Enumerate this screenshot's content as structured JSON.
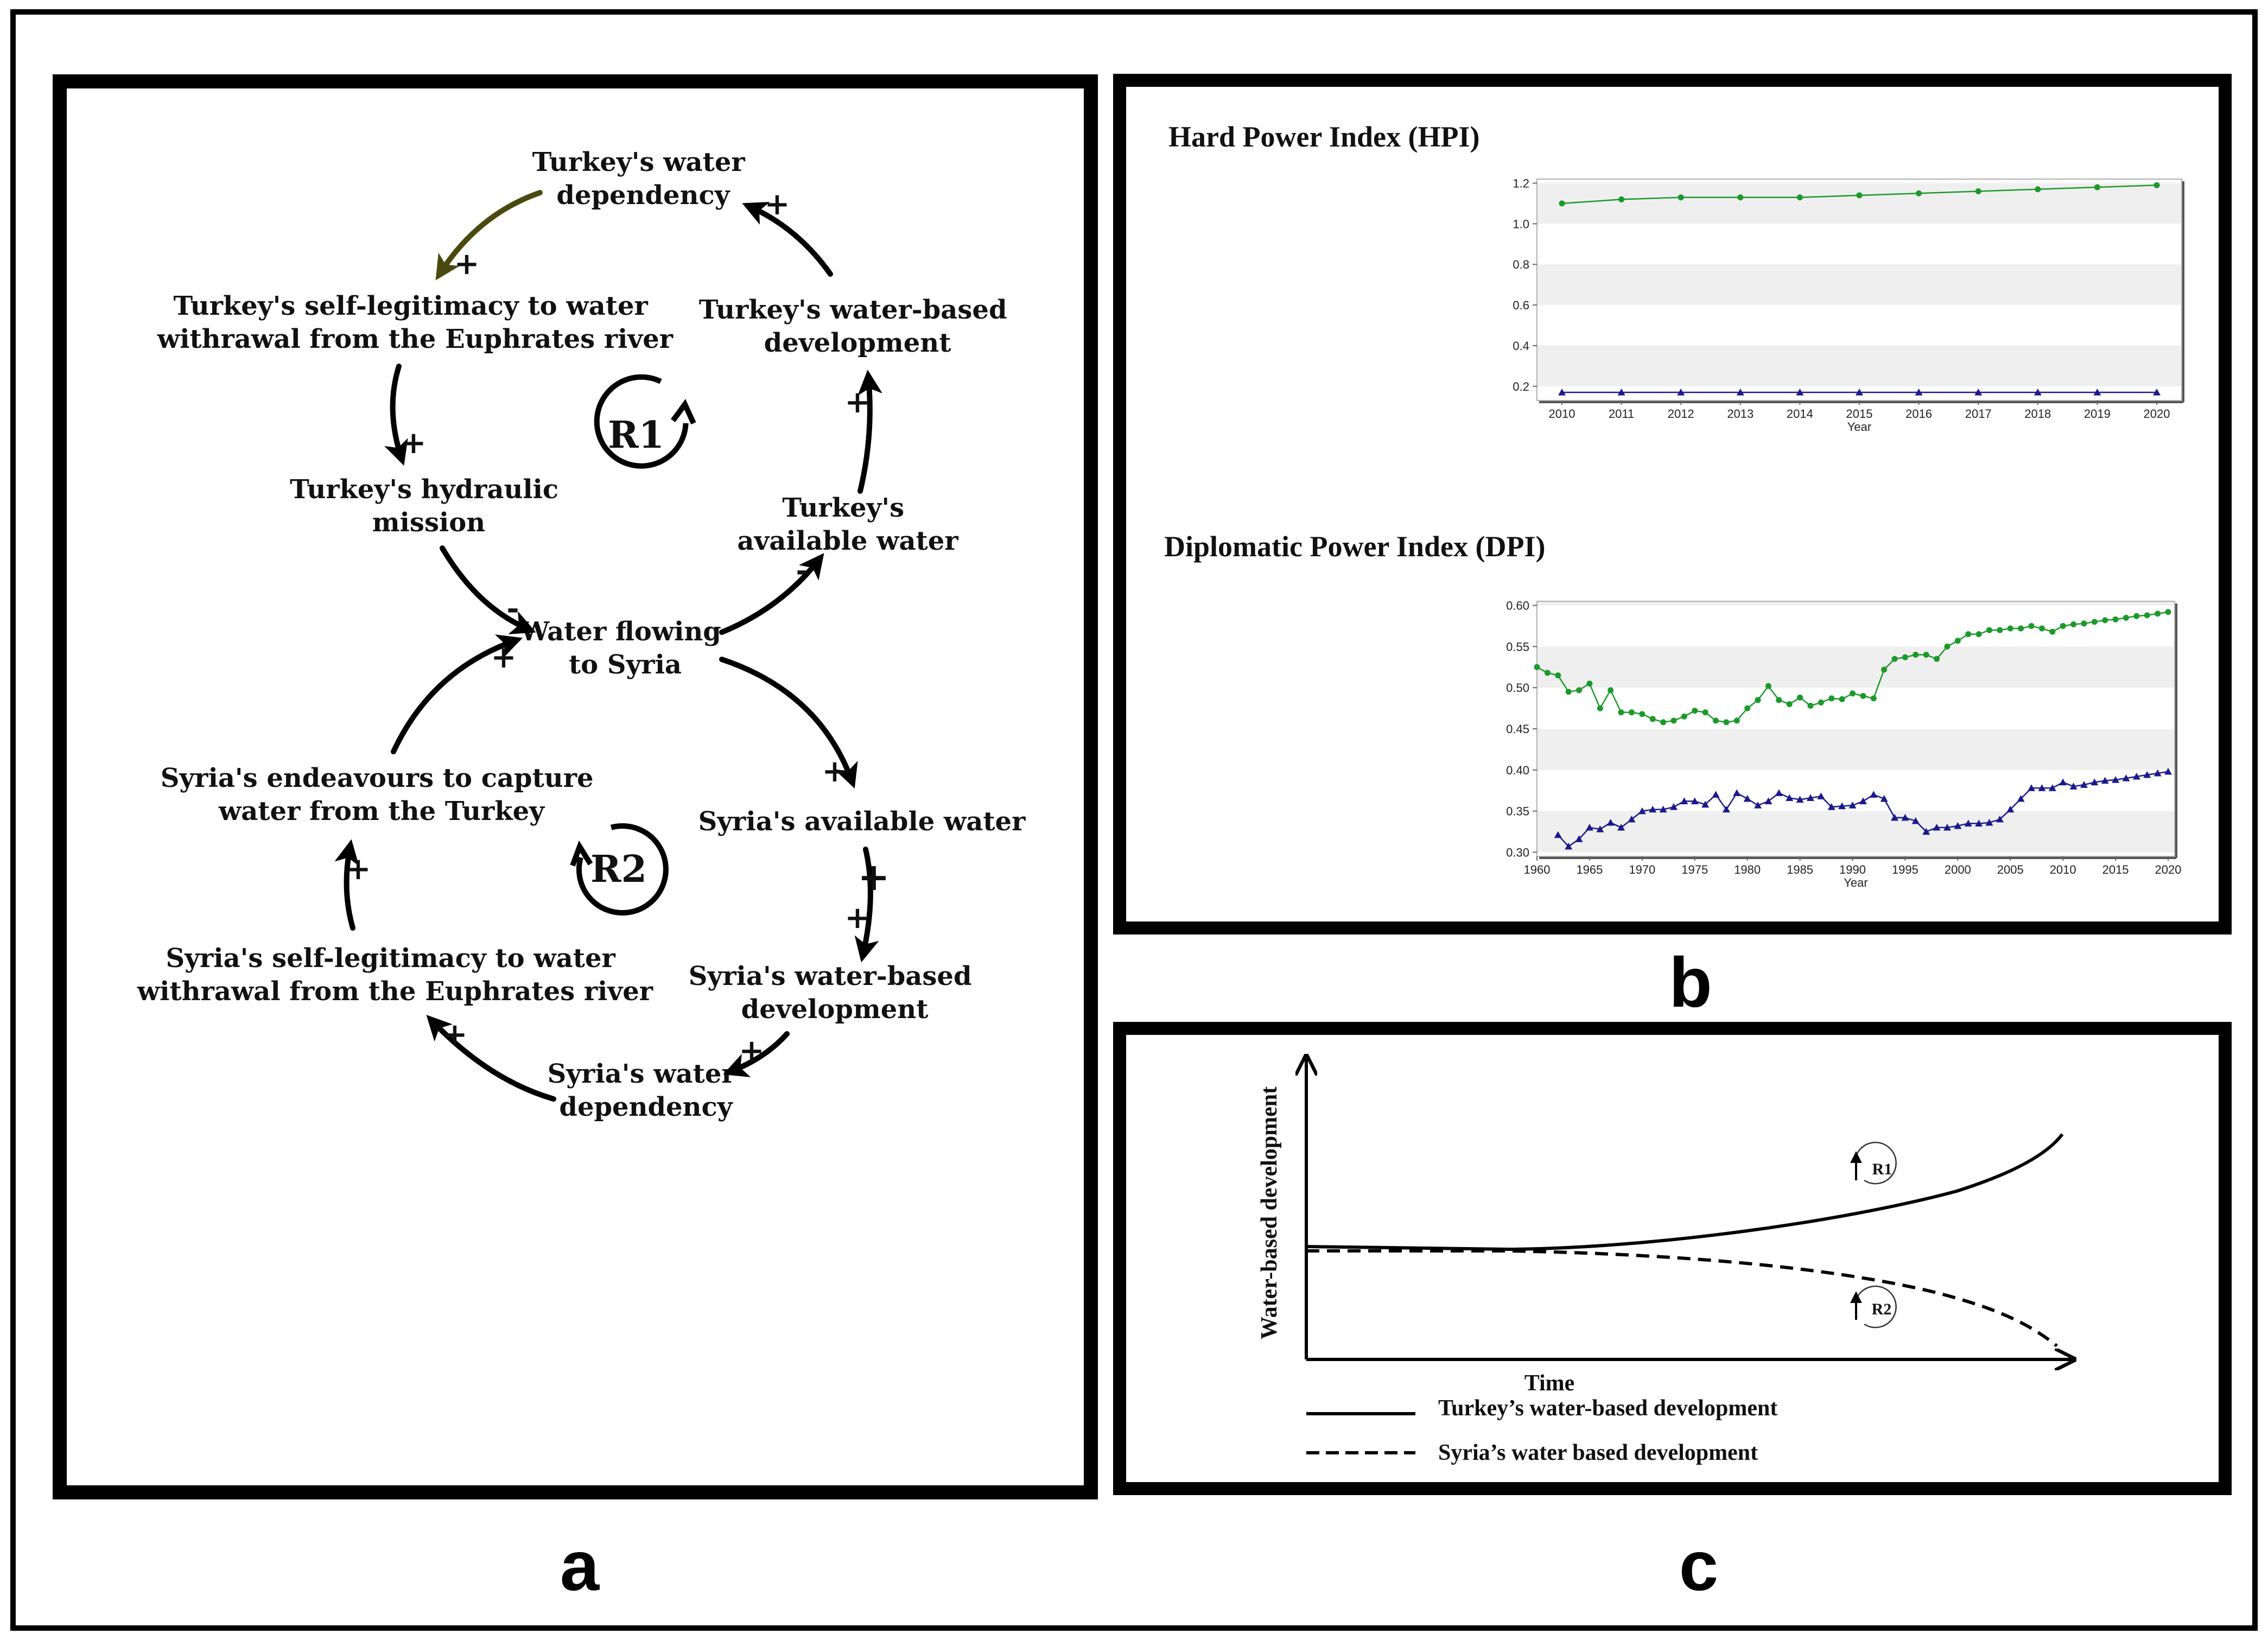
{
  "panels": {
    "a": {
      "letter": "a",
      "nodes": {
        "turkey_water_dependency": [
          "Turkey's water",
          "dependency"
        ],
        "turkey_self_legitimacy": [
          "Turkey's self-legitimacy to water",
          "withrawal from the Euphrates river"
        ],
        "turkey_water_based_development": [
          "Turkey's water-based",
          "development"
        ],
        "turkey_hydraulic_mission": [
          "Turkey's hydraulic",
          "mission"
        ],
        "turkey_available_water": [
          "Turkey's",
          "available water"
        ],
        "water_flowing_to_syria": [
          "Water flowing",
          "to Syria"
        ],
        "syria_endeavours": [
          "Syria's endeavours to capture",
          "water from the Turkey"
        ],
        "syria_available_water": [
          "Syria's available water"
        ],
        "syria_self_legitimacy": [
          "Syria's self-legitimacy to water",
          "withrawal from the Euphrates river"
        ],
        "syria_water_based_development": [
          "Syria's water-based",
          "development"
        ],
        "syria_water_dependency": [
          "Syria's water",
          "dependency"
        ]
      },
      "loops": {
        "r1": "R1",
        "r2": "R2"
      },
      "polarity": {
        "plus": "+",
        "minus": "-"
      }
    },
    "b": {
      "letter": "b",
      "hpi_title": "Hard Power Index (HPI)",
      "dpi_title": "Diplomatic Power Index (DPI)"
    },
    "c": {
      "letter": "c",
      "ylabel": "Water-based development",
      "xlabel": "Time",
      "r1": "R1",
      "r2": "R2",
      "legend": {
        "turkey": "Turkey’s water-based development",
        "syria": "Syria’s water based development"
      }
    }
  },
  "colors": {
    "green_series": "#1a9a2a",
    "blue_series": "#1a1a8c",
    "arrow_olive": "#4a4a10",
    "band_grey": "#efefef"
  },
  "chart_data": [
    {
      "type": "line",
      "title": "Hard Power Index (HPI)",
      "xlabel": "Year",
      "ylabel": "",
      "x": [
        2010,
        2011,
        2012,
        2013,
        2014,
        2015,
        2016,
        2017,
        2018,
        2019,
        2020
      ],
      "xticks": [
        "2010",
        "2011",
        "2012",
        "2013",
        "2014",
        "2015",
        "2016",
        "2017",
        "2018",
        "2019",
        "2020"
      ],
      "yticks": [
        "0.2",
        "0.4",
        "0.6",
        "0.8",
        "1.0",
        "1.2"
      ],
      "ylim": [
        0.13,
        1.22
      ],
      "grid": "alternating horizontal bands",
      "series": [
        {
          "color": "#1a9a2a",
          "marker": "circle",
          "values": [
            1.1,
            1.12,
            1.13,
            1.13,
            1.13,
            1.14,
            1.15,
            1.16,
            1.17,
            1.18,
            1.19
          ]
        },
        {
          "color": "#1a1a8c",
          "marker": "triangle",
          "values": [
            0.17,
            0.17,
            0.17,
            0.17,
            0.17,
            0.17,
            0.17,
            0.17,
            0.17,
            0.17,
            0.17
          ]
        }
      ]
    },
    {
      "type": "line",
      "title": "Diplomatic Power Index (DPI)",
      "xlabel": "Year",
      "ylabel": "",
      "xticks": [
        "1960",
        "1965",
        "1970",
        "1975",
        "1980",
        "1985",
        "1990",
        "1995",
        "2000",
        "2005",
        "2010",
        "2015",
        "2020"
      ],
      "yticks": [
        "0.30",
        "0.35",
        "0.40",
        "0.45",
        "0.50",
        "0.55",
        "0.60"
      ],
      "ylim": [
        0.295,
        0.605
      ],
      "xlim": [
        1960,
        2020
      ],
      "grid": "alternating horizontal bands",
      "series": [
        {
          "color": "#1a9a2a",
          "marker": "circle",
          "x_start": 1960,
          "values": [
            0.525,
            0.518,
            0.515,
            0.495,
            0.497,
            0.505,
            0.475,
            0.497,
            0.47,
            0.47,
            0.468,
            0.462,
            0.458,
            0.46,
            0.465,
            0.472,
            0.47,
            0.46,
            0.458,
            0.46,
            0.475,
            0.485,
            0.502,
            0.485,
            0.48,
            0.488,
            0.478,
            0.482,
            0.487,
            0.486,
            0.493,
            0.49,
            0.487,
            0.522,
            0.535,
            0.537,
            0.54,
            0.54,
            0.535,
            0.55,
            0.557,
            0.565,
            0.565,
            0.57,
            0.57,
            0.572,
            0.572,
            0.575,
            0.572,
            0.568,
            0.575,
            0.577,
            0.578,
            0.58,
            0.582,
            0.583,
            0.585,
            0.587,
            0.588,
            0.59,
            0.592
          ]
        },
        {
          "color": "#1a1a8c",
          "marker": "triangle",
          "x_start": 1962,
          "values": [
            0.321,
            0.307,
            0.316,
            0.33,
            0.328,
            0.336,
            0.33,
            0.34,
            0.35,
            0.352,
            0.352,
            0.355,
            0.362,
            0.362,
            0.358,
            0.37,
            0.352,
            0.372,
            0.365,
            0.357,
            0.362,
            0.372,
            0.366,
            0.364,
            0.366,
            0.368,
            0.355,
            0.356,
            0.357,
            0.362,
            0.37,
            0.365,
            0.342,
            0.342,
            0.338,
            0.325,
            0.33,
            0.33,
            0.332,
            0.335,
            0.335,
            0.336,
            0.34,
            0.352,
            0.365,
            0.378,
            0.378,
            0.378,
            0.385,
            0.38,
            0.382,
            0.385,
            0.387,
            0.388,
            0.39,
            0.392,
            0.394,
            0.396,
            0.398
          ]
        }
      ]
    },
    {
      "type": "line",
      "xlabel": "Time",
      "ylabel": "Water-based development",
      "note": "qualitative reference modes, no tick values",
      "series": [
        {
          "name": "Turkey’s water-based development",
          "style": "solid",
          "values": [
            0.5,
            0.5,
            0.5,
            0.5,
            0.51,
            0.53,
            0.56,
            0.6,
            0.66,
            0.75,
            0.88
          ]
        },
        {
          "name": "Syria’s water based development",
          "style": "dashed",
          "values": [
            0.5,
            0.5,
            0.5,
            0.5,
            0.49,
            0.48,
            0.46,
            0.43,
            0.39,
            0.34,
            0.27
          ]
        }
      ]
    }
  ]
}
